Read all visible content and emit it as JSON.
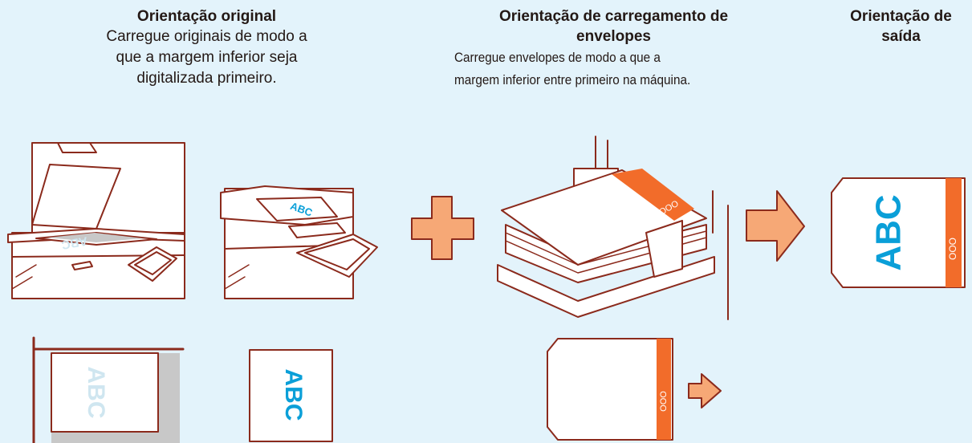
{
  "columns": [
    {
      "title": "Orientação original",
      "lines": [
        "Carregue originais de modo a",
        "que a margem inferior seja",
        "digitalizada primeiro."
      ]
    },
    {
      "title_lines": [
        "Orientação de carregamento de",
        "envelopes"
      ],
      "lines": [
        "Carregue envelopes de modo a que a",
        "margem inferior entre primeiro na máquina."
      ]
    },
    {
      "title_lines": [
        "Orientação de",
        "saída"
      ]
    }
  ],
  "labels": {
    "abc": "ABC",
    "ooo": "OOO"
  },
  "colors": {
    "background": "#e3f3fb",
    "line": "#8b2a1c",
    "orange": "#f26c2a",
    "peach": "#f6a876",
    "cyan": "#0a9fd8",
    "gray": "#c8c8c8"
  }
}
